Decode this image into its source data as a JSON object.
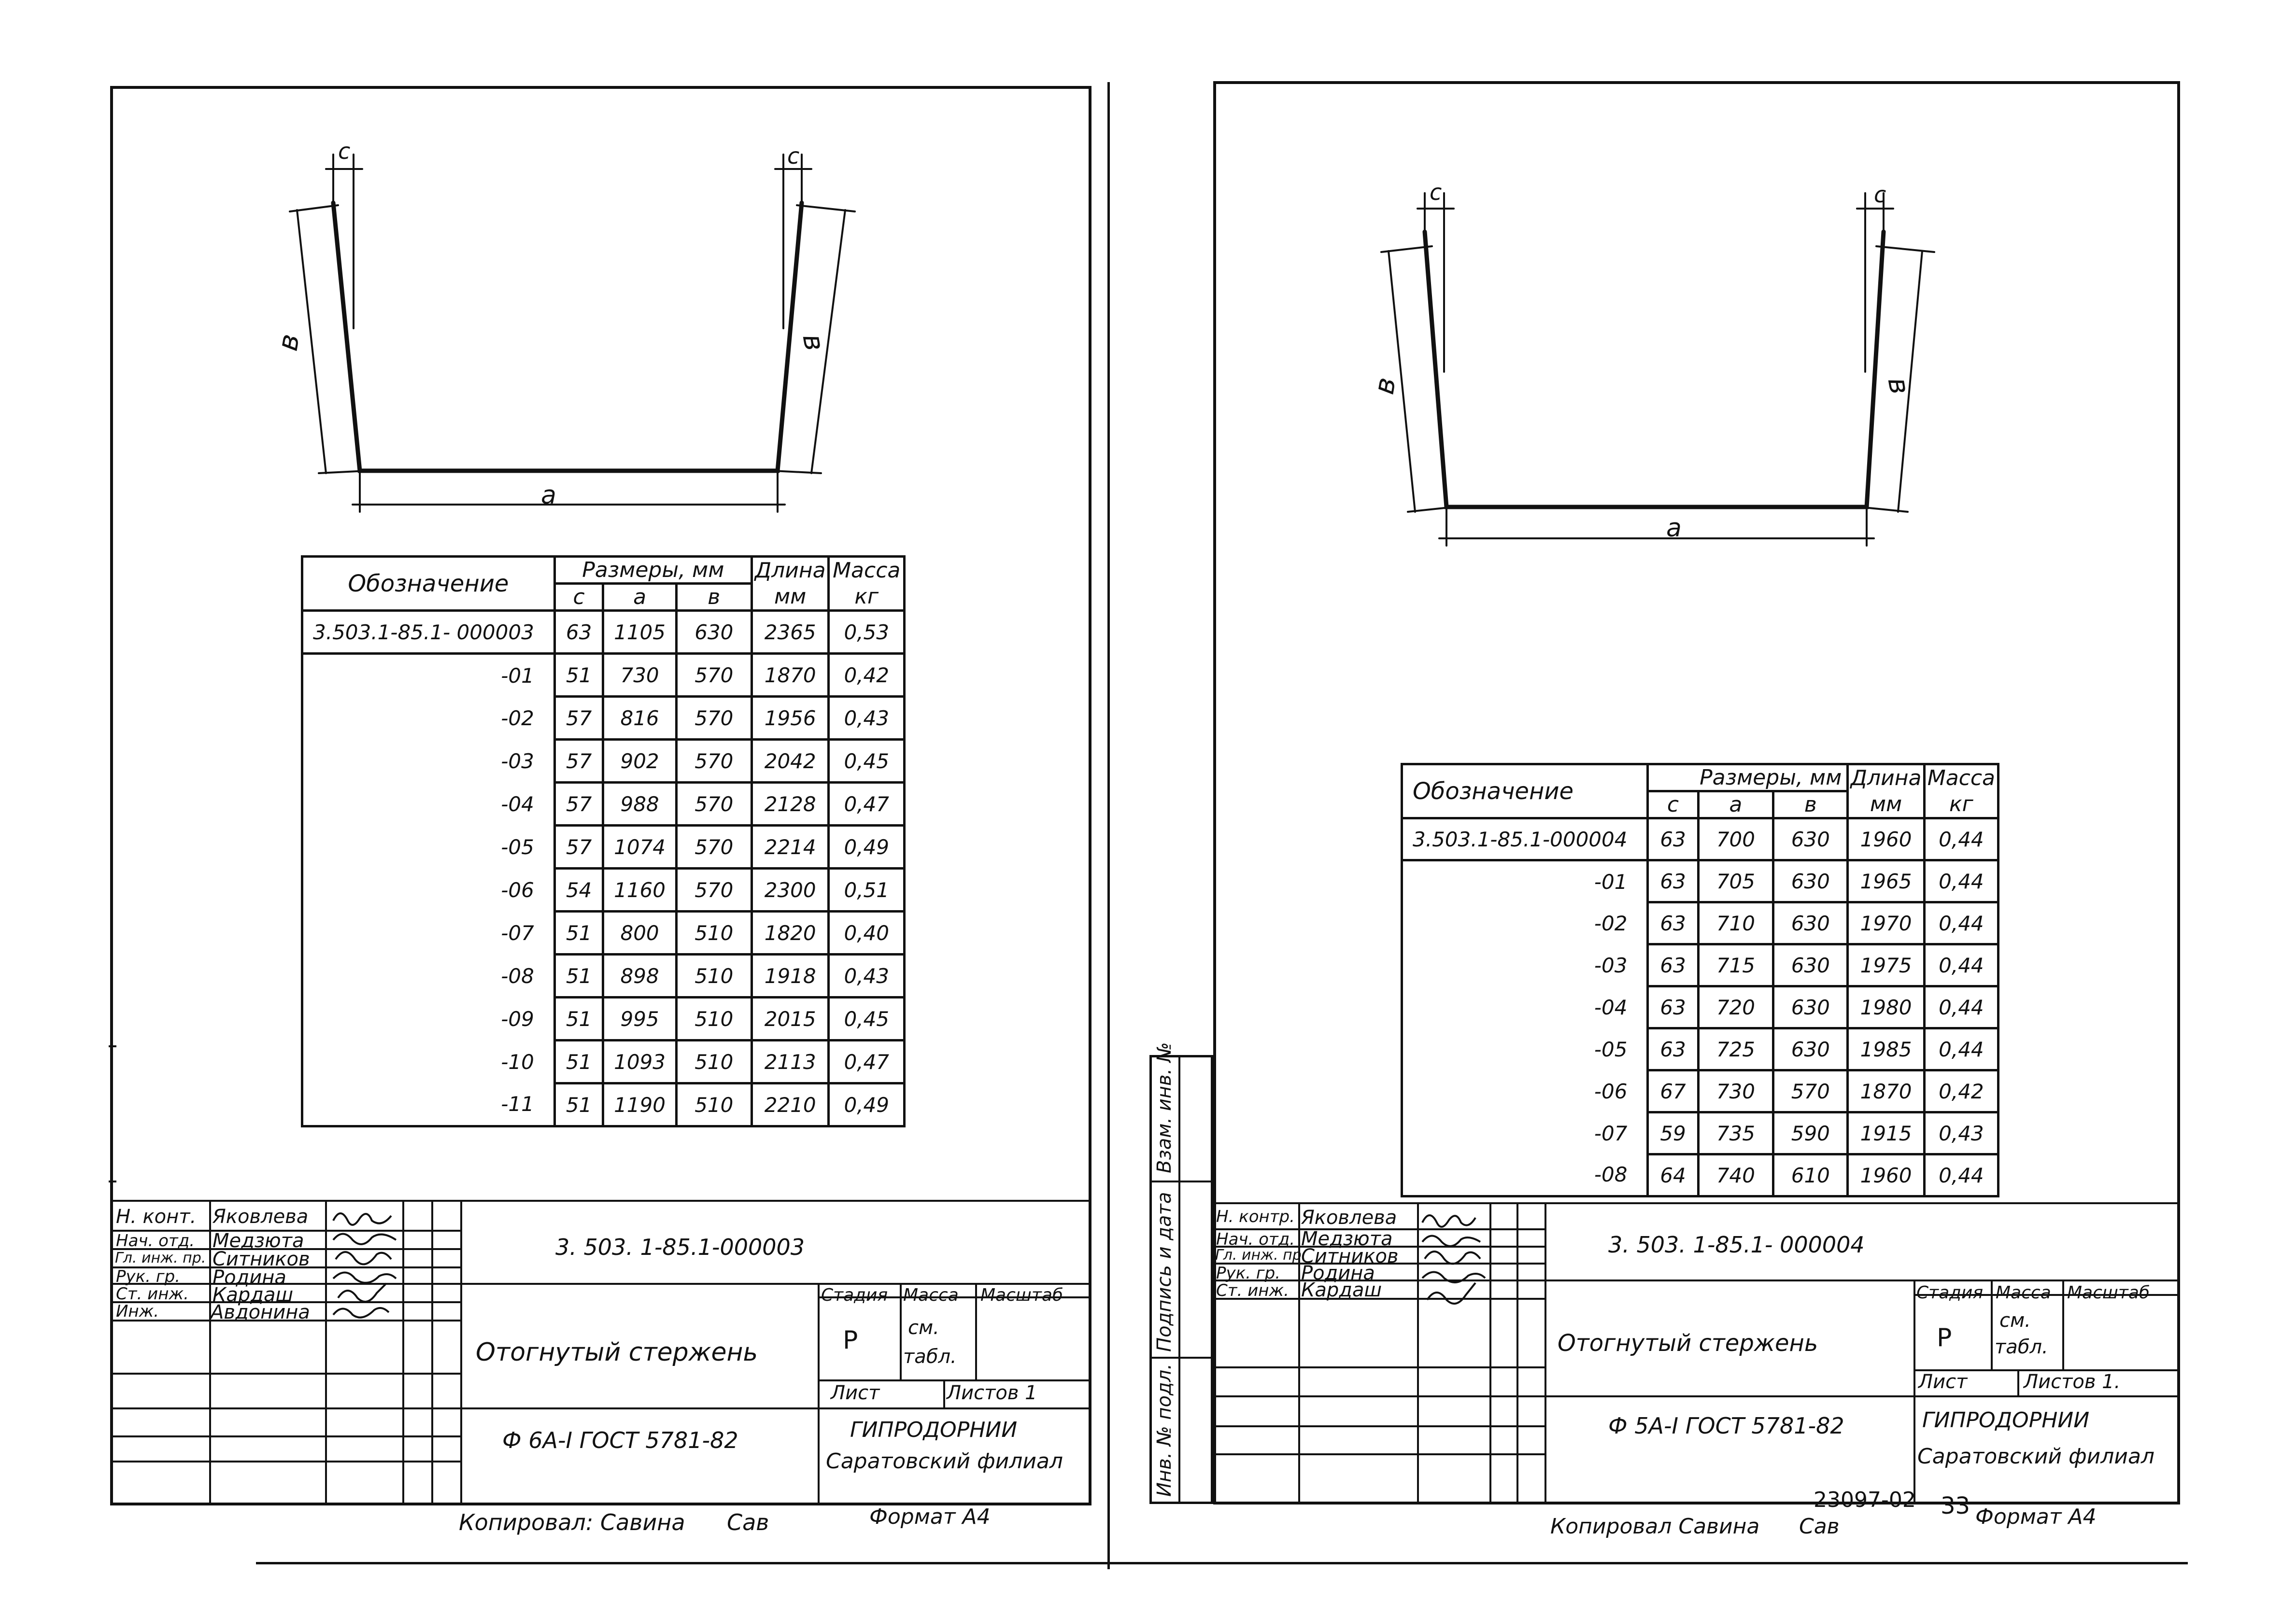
{
  "left_sheet": {
    "drawing": {
      "dim_c_left": "c",
      "dim_c_right": "c",
      "dim_b_left": "в",
      "dim_b_right": "в",
      "dim_a": "a"
    },
    "table": {
      "header": {
        "designation": "Обозначение",
        "dimensions": "Размеры, мм",
        "c": "c",
        "a": "a",
        "b": "в",
        "length": "Длина",
        "length_unit": "мм",
        "mass": "Масса",
        "mass_unit": "кг"
      },
      "rows": [
        {
          "des": "3.503.1-85.1- 000003",
          "c": "63",
          "a": "1105",
          "b": "630",
          "len": "2365",
          "mass": "0,53"
        },
        {
          "des": "-01",
          "c": "51",
          "a": "730",
          "b": "570",
          "len": "1870",
          "mass": "0,42"
        },
        {
          "des": "-02",
          "c": "57",
          "a": "816",
          "b": "570",
          "len": "1956",
          "mass": "0,43"
        },
        {
          "des": "-03",
          "c": "57",
          "a": "902",
          "b": "570",
          "len": "2042",
          "mass": "0,45"
        },
        {
          "des": "-04",
          "c": "57",
          "a": "988",
          "b": "570",
          "len": "2128",
          "mass": "0,47"
        },
        {
          "des": "-05",
          "c": "57",
          "a": "1074",
          "b": "570",
          "len": "2214",
          "mass": "0,49"
        },
        {
          "des": "-06",
          "c": "54",
          "a": "1160",
          "b": "570",
          "len": "2300",
          "mass": "0,51"
        },
        {
          "des": "-07",
          "c": "51",
          "a": "800",
          "b": "510",
          "len": "1820",
          "mass": "0,40"
        },
        {
          "des": "-08",
          "c": "51",
          "a": "898",
          "b": "510",
          "len": "1918",
          "mass": "0,43"
        },
        {
          "des": "-09",
          "c": "51",
          "a": "995",
          "b": "510",
          "len": "2015",
          "mass": "0,45"
        },
        {
          "des": "-10",
          "c": "51",
          "a": "1093",
          "b": "510",
          "len": "2113",
          "mass": "0,47"
        },
        {
          "des": "-11",
          "c": "51",
          "a": "1190",
          "b": "510",
          "len": "2210",
          "mass": "0,49"
        }
      ]
    },
    "stamp": {
      "roles": [
        "Н. конт.",
        "Нач. отд.",
        "Гл. инж. пр.",
        "Рук. гр.",
        "Ст. инж.",
        "Инж."
      ],
      "names": [
        "Яковлева",
        "Медзюта",
        "Ситников",
        "Родина",
        "Кардаш",
        "Авдонина"
      ],
      "doc_code": "3. 503. 1-85.1-000003",
      "title": "Отогнутый стержень",
      "material": "Ф 6А-I ГОСТ 5781-82",
      "stage_label": "Стадия",
      "mass_label": "Масса",
      "scale_label": "Масштаб",
      "stage": "Р",
      "mass_value_1": "см.",
      "mass_value_2": "табл.",
      "sheet_label": "Лист",
      "sheets_label": "Листов 1",
      "org_1": "ГИПРОДОРНИИ",
      "org_2": "Саратовский филиал"
    },
    "footer": {
      "copied": "Копировал: Савина",
      "copied_sig": "Сав",
      "format": "Формат А4"
    }
  },
  "right_sheet": {
    "drawing": {
      "dim_c_left": "c",
      "dim_c_right": "c",
      "dim_b_left": "в",
      "dim_b_right": "в",
      "dim_a": "a"
    },
    "table": {
      "header": {
        "designation": "Обозначение",
        "dimensions": "Размеры, мм",
        "c": "c",
        "a": "a",
        "b": "в",
        "length": "Длина",
        "length_unit": "мм",
        "mass": "Масса",
        "mass_unit": "кг"
      },
      "rows": [
        {
          "des": "3.503.1-85.1-000004",
          "c": "63",
          "a": "700",
          "b": "630",
          "len": "1960",
          "mass": "0,44"
        },
        {
          "des": "-01",
          "c": "63",
          "a": "705",
          "b": "630",
          "len": "1965",
          "mass": "0,44"
        },
        {
          "des": "-02",
          "c": "63",
          "a": "710",
          "b": "630",
          "len": "1970",
          "mass": "0,44"
        },
        {
          "des": "-03",
          "c": "63",
          "a": "715",
          "b": "630",
          "len": "1975",
          "mass": "0,44"
        },
        {
          "des": "-04",
          "c": "63",
          "a": "720",
          "b": "630",
          "len": "1980",
          "mass": "0,44"
        },
        {
          "des": "-05",
          "c": "63",
          "a": "725",
          "b": "630",
          "len": "1985",
          "mass": "0,44"
        },
        {
          "des": "-06",
          "c": "67",
          "a": "730",
          "b": "570",
          "len": "1870",
          "mass": "0,42"
        },
        {
          "des": "-07",
          "c": "59",
          "a": "735",
          "b": "590",
          "len": "1915",
          "mass": "0,43"
        },
        {
          "des": "-08",
          "c": "64",
          "a": "740",
          "b": "610",
          "len": "1960",
          "mass": "0,44"
        }
      ]
    },
    "side_labels": {
      "replace_inv": "Взам. инв. №",
      "sign_date": "Подпись и дата",
      "inv_orig": "Инв. № подл."
    },
    "stamp": {
      "roles": [
        "Н. контр.",
        "Нач. отд.",
        "Гл. инж. пр.",
        "Рук. гр.",
        "Ст. инж."
      ],
      "names": [
        "Яковлева",
        "Медзюта",
        "Ситников",
        "Родина",
        "Кардаш"
      ],
      "doc_code": "3. 503. 1-85.1- 000004",
      "title": "Отогнутый стержень",
      "material": "Ф 5А-I ГОСТ 5781-82",
      "stage_label": "Стадия",
      "mass_label": "Масса",
      "scale_label": "Масштаб",
      "stage": "Р",
      "mass_value_1": "см.",
      "mass_value_2": "табл.",
      "sheet_label": "Лист",
      "sheets_label": "Листов 1.",
      "org_1": "ГИПРОДОРНИИ",
      "org_2": "Саратовский филиал"
    },
    "footer": {
      "copied": "Копировал Савина",
      "copied_sig": "Сав",
      "archive_no": "23097-02",
      "page_no": "33",
      "format": "Формат А4"
    }
  }
}
